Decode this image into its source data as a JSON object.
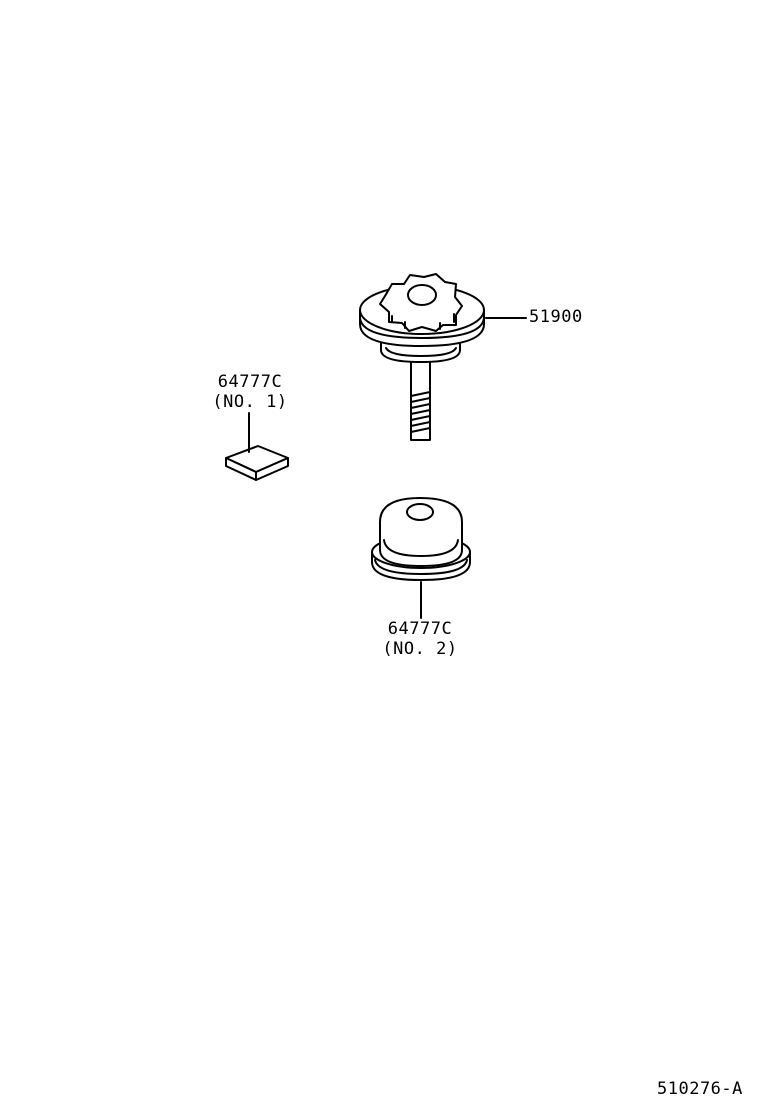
{
  "parts": {
    "jack_handle": {
      "part_no": "51900"
    },
    "pad_no1": {
      "part_no": "64777C",
      "note": "(NO. 1)"
    },
    "pad_no2": {
      "part_no": "64777C",
      "note": "(NO. 2)"
    }
  },
  "figure_id": "510276-A",
  "colors": {
    "line": "#000000",
    "background": "#ffffff"
  }
}
